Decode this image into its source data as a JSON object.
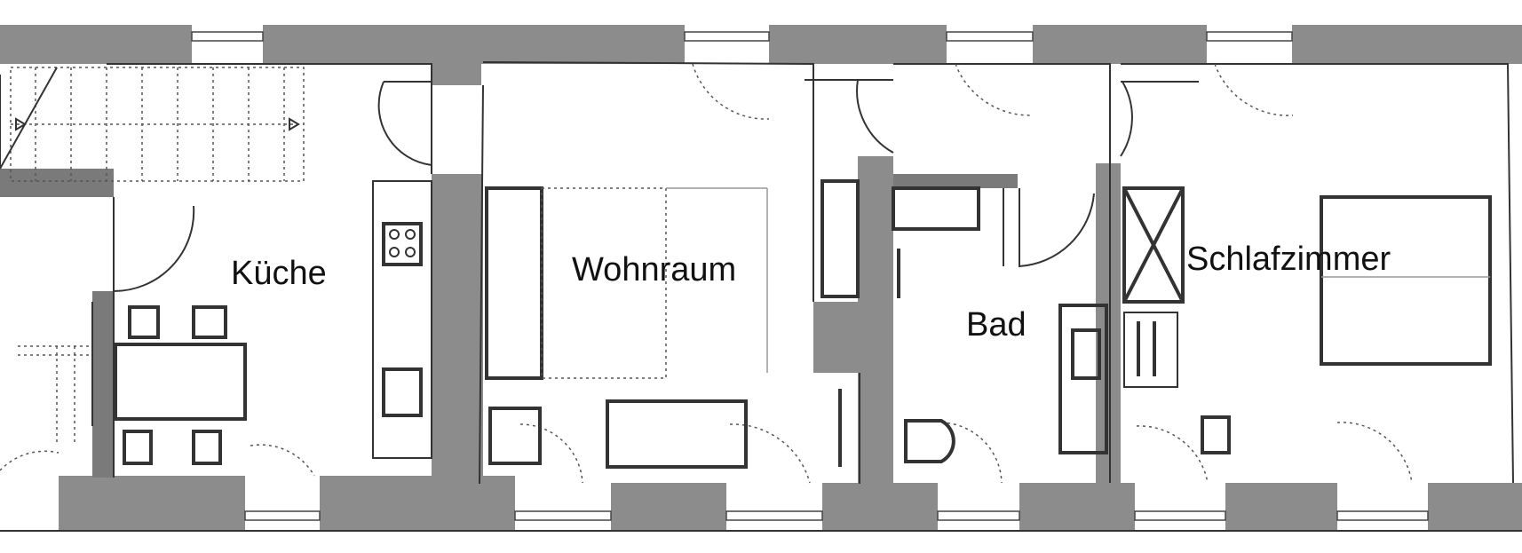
{
  "rooms": {
    "kueche": "Küche",
    "wohnraum": "Wohnraum",
    "bad": "Bad",
    "schlafzimmer": "Schlafzimmer"
  },
  "colors": {
    "wall": "#8c8c8c",
    "floor": "#ffffff",
    "line": "#333333"
  }
}
